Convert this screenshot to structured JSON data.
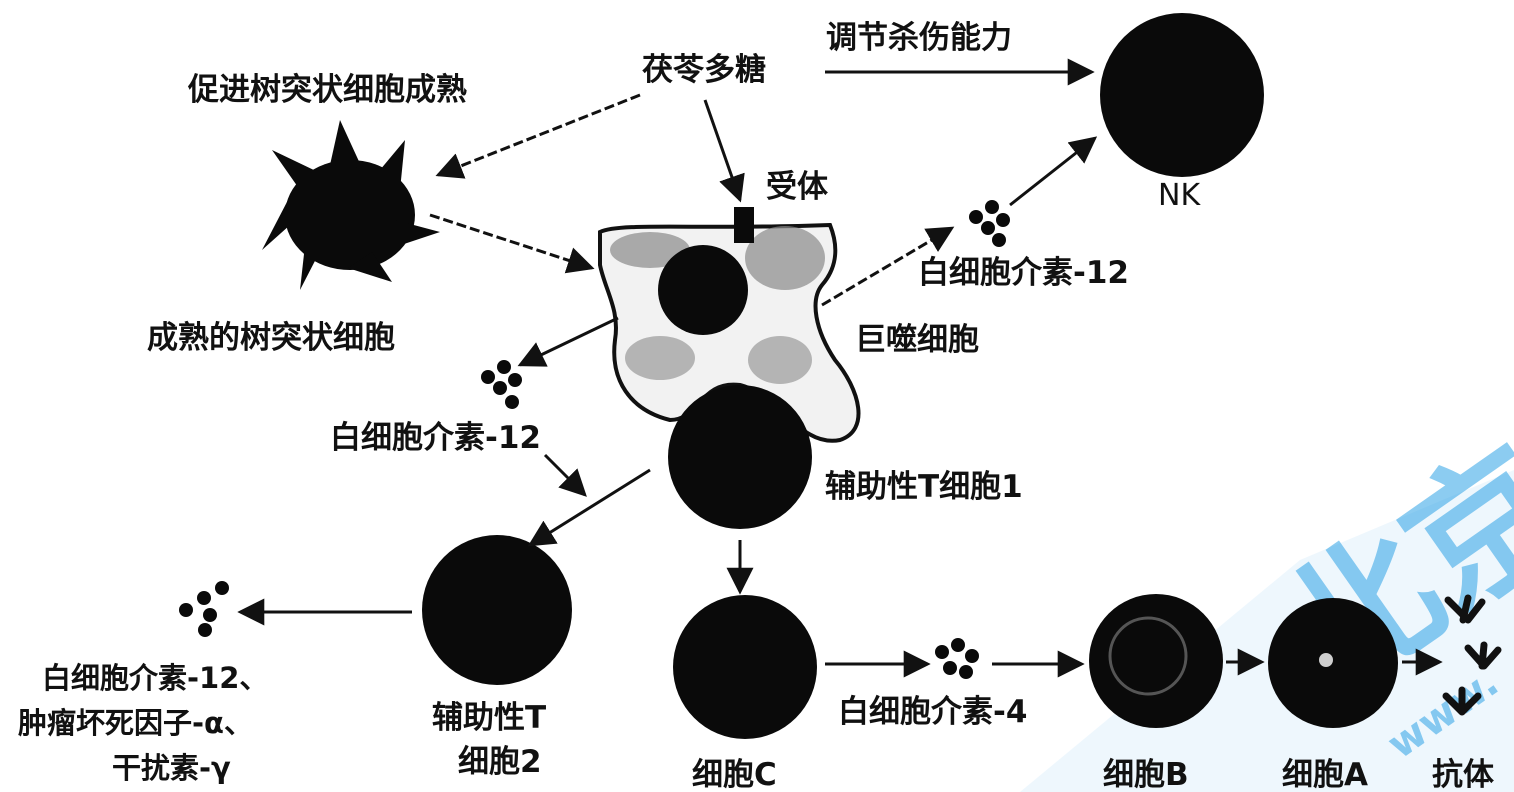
{
  "labels": {
    "poria_polysaccharide": "茯苓多糖",
    "regulate_killing": "调节杀伤能力",
    "promote_dc_maturation": "促进树突状细胞成熟",
    "mature_dc": "成熟的树突状细胞",
    "receptor": "受体",
    "nk": "NK",
    "il12_top": "白细胞介素-12",
    "macrophage": "巨噬细胞",
    "il12_left": "白细胞介素-12",
    "th1": "辅助性T细胞1",
    "th2_line1": "辅助性T",
    "th2_line2": "细胞2",
    "cytokines_line1": "白细胞介素-12、",
    "cytokines_line2": "肿瘤坏死因子-α、",
    "cytokines_line3": "干扰素-γ",
    "cell_c": "细胞C",
    "il4": "白细胞介素-4",
    "cell_b": "细胞B",
    "cell_a": "细胞A",
    "antibody": "抗体"
  },
  "watermark": {
    "text": "北京高考",
    "subtext": "www.",
    "color": "#2fa3e6"
  },
  "colors": {
    "cell_fill": "#0a0a0a",
    "line": "#111111",
    "macrophage_fill": "#f2f2f2",
    "macrophage_shade": "#8a8a8a"
  }
}
